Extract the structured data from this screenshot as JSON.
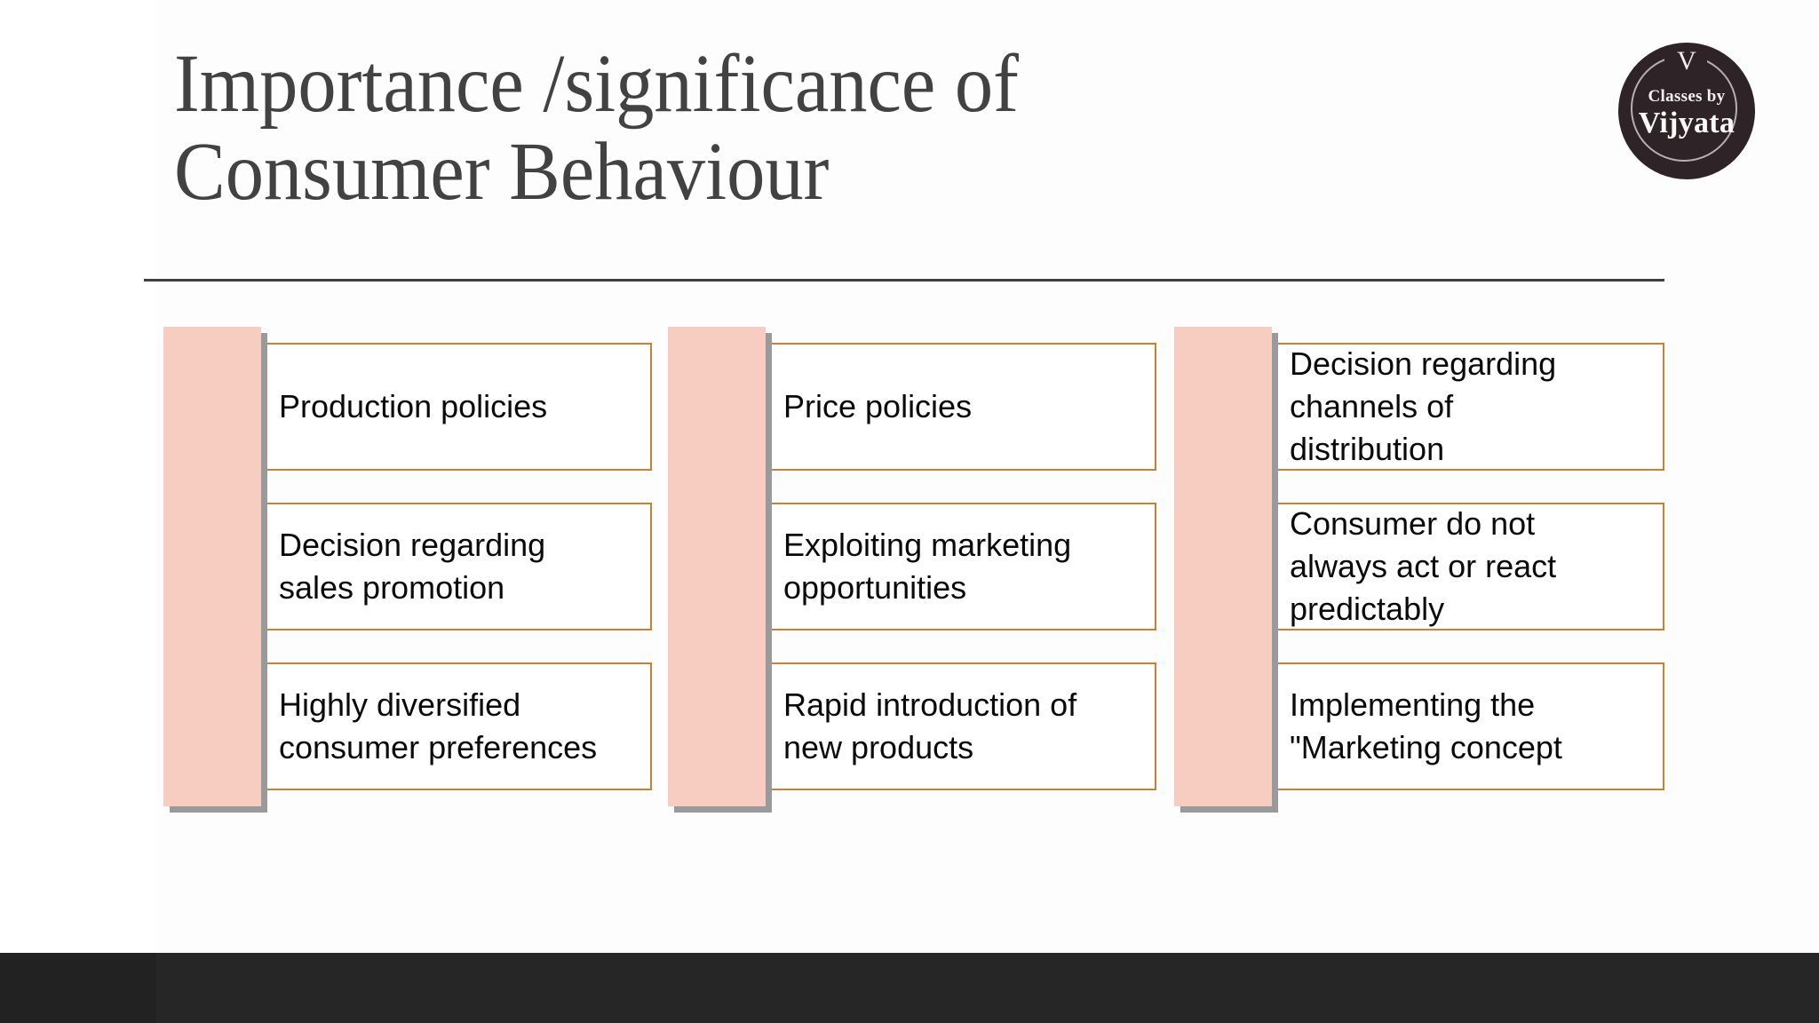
{
  "slide": {
    "title": "Importance /significance of\nConsumer Behaviour",
    "background_color": "#ffffff",
    "title_color": "#424242",
    "divider_color": "#3f3f44",
    "footer_color": "#262626"
  },
  "logo": {
    "name": "classes-by-vijyata-logo",
    "monogram": "V",
    "line1": "Classes by",
    "line2": "Vijyata",
    "circle_color": "#2e2326",
    "text_color": "#f6f1f2"
  },
  "theme": {
    "tab_color": "#f7cdc1",
    "box_border_color": "#cd7f32",
    "box_fill_color": "#ffffff",
    "shadow_color": "#9a9a9a",
    "label_color": "#0a0a0a"
  },
  "items": [
    {
      "id": "production-policies",
      "label": "Production policies",
      "row": 1,
      "col": 1
    },
    {
      "id": "price-policies",
      "label": "Price policies",
      "row": 1,
      "col": 2
    },
    {
      "id": "channels-of-distribution",
      "label": "Decision regarding\nchannels of\ndistribution",
      "row": 1,
      "col": 3
    },
    {
      "id": "sales-promotion",
      "label": "Decision regarding\nsales promotion",
      "row": 2,
      "col": 1
    },
    {
      "id": "marketing-opportunities",
      "label": "Exploiting marketing\nopportunities",
      "row": 2,
      "col": 2
    },
    {
      "id": "unpredictable-consumer",
      "label": "Consumer do not\nalways act or react\npredictably",
      "row": 2,
      "col": 3
    },
    {
      "id": "diversified-preferences",
      "label": "Highly diversified\nconsumer preferences",
      "row": 3,
      "col": 1
    },
    {
      "id": "new-products",
      "label": "Rapid introduction of\nnew products",
      "row": 3,
      "col": 2
    },
    {
      "id": "marketing-concept",
      "label": "Implementing the\n\"Marketing concept",
      "row": 3,
      "col": 3
    }
  ]
}
